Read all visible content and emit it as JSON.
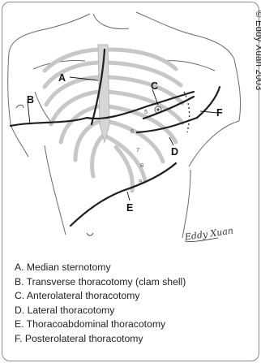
{
  "copyright": "© Eddy Xuan 2003",
  "signature": "Eddy Xuan",
  "rib_numbers": [
    "5",
    "6",
    "7",
    "8",
    "9"
  ],
  "labels": {
    "a": "A",
    "b": "B",
    "c": "C",
    "d": "D",
    "e": "E",
    "f": "F"
  },
  "legend": [
    "A. Median sternotomy",
    "B. Transverse thoracotomy (clam shell)",
    "C. Anterolateral thoracotomy",
    "D. Lateral thoracotomy",
    "E. Thoracoabdominal thoracotomy",
    "F. Posterolateral thoracotomy"
  ]
}
